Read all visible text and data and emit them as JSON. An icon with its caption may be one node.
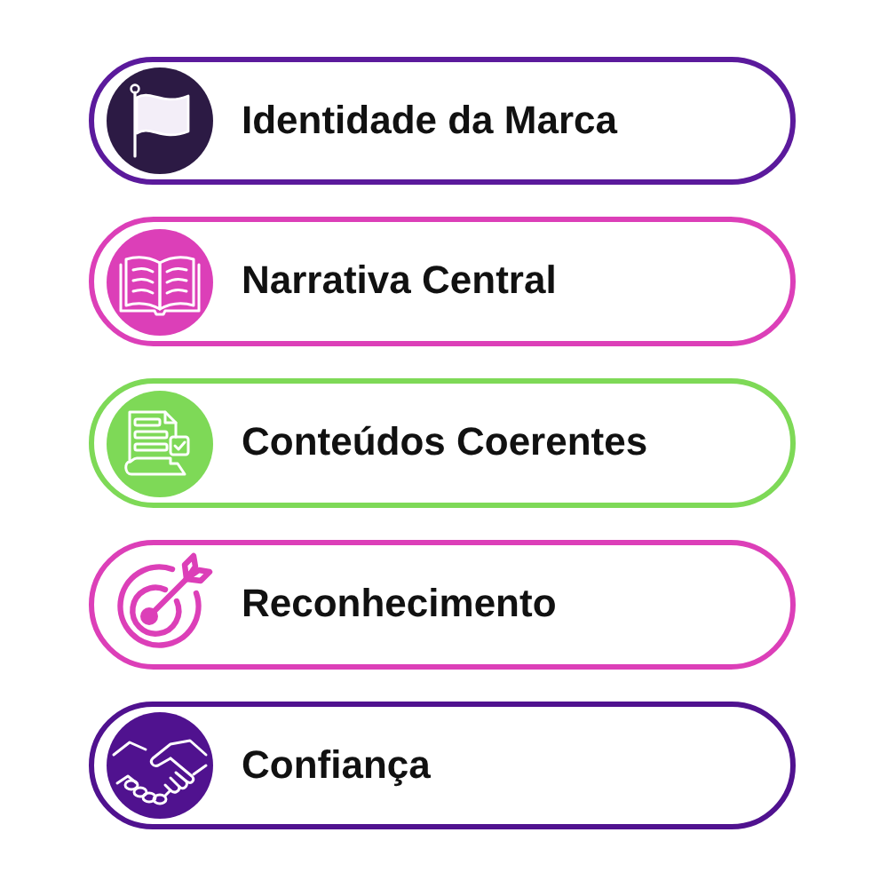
{
  "diagram": {
    "nodes": [
      {
        "text": [
          "Identidade da Marca"
        ]
      },
      {
        "text": [
          "Narrativa Central"
        ]
      },
      {
        "text": [
          "Conteúdos Coerentes"
        ]
      },
      {
        "text": [
          "Reconhecimento"
        ]
      },
      {
        "text": [
          "Confiança"
        ]
      }
    ]
  }
}
